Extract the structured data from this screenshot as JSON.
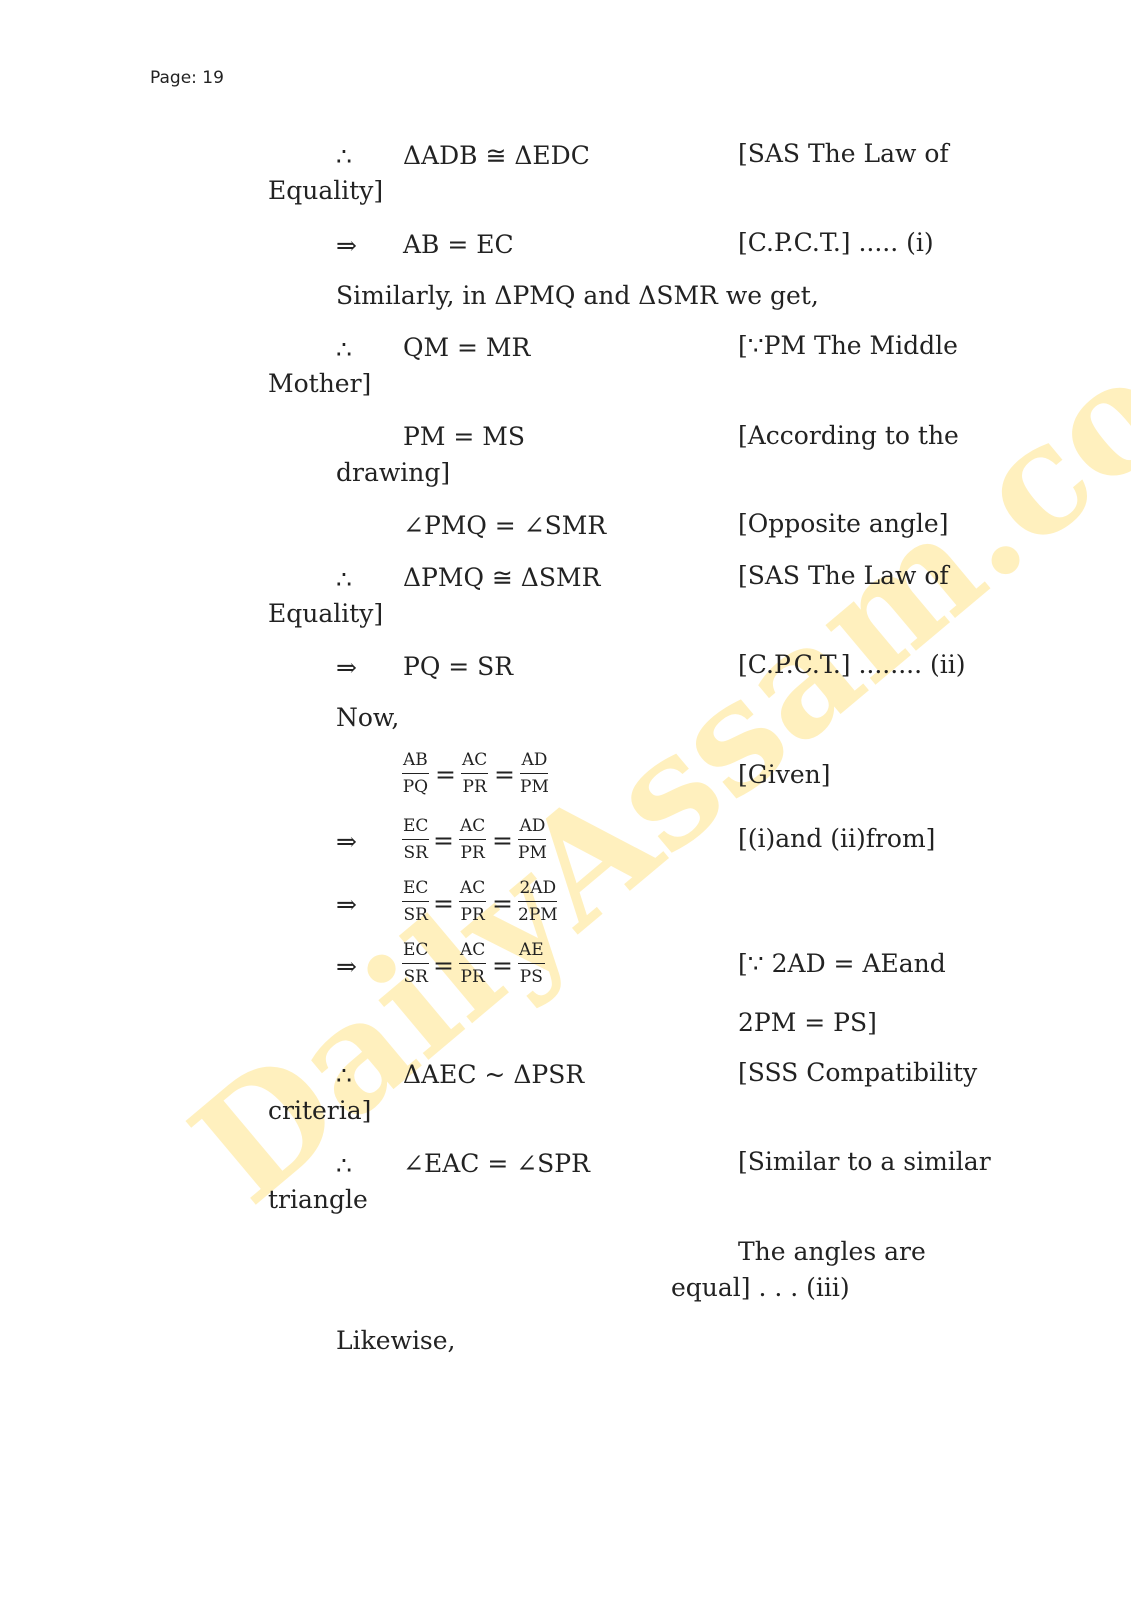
{
  "header": {
    "page_label": "Page: 19"
  },
  "watermark": "DailyAssam.com",
  "lines": {
    "l1_sym": "∴",
    "l1_expr": "ΔADB ≅ ΔEDC",
    "l1_reason": "[SAS The Law of",
    "l1_cont": "Equality]",
    "l2_sym": "⇒",
    "l2_expr": "AB = EC",
    "l2_reason": "[C.P.C.T.] ..... (i)",
    "l3_text": "Similarly,  in ΔPMQ and ΔSMR we get,",
    "l4_sym": "∴",
    "l4_expr": "QM = MR",
    "l4_reason": "[∵PM The Middle",
    "l4_cont": "Mother]",
    "l5_expr": "PM = MS",
    "l5_reason": "[According to the",
    "l5_cont": "drawing]",
    "l6_expr": "∠PMQ = ∠SMR",
    "l6_reason": "[Opposite angle]",
    "l7_sym": "∴",
    "l7_expr": "ΔPMQ ≅ ΔSMR",
    "l7_reason": "[SAS The Law of",
    "l7_cont": "Equality]",
    "l8_sym": "⇒",
    "l8_expr": "PQ = SR",
    "l8_reason": "[C.P.C.T.] ........ (ii)",
    "l9_text": "Now,",
    "l10_reason": "[Given]",
    "l11_sym": "⇒",
    "l11_reason": "[(i)and (ii)from]",
    "l12_sym": "⇒",
    "l13_sym": "⇒",
    "l13_reason": "[∵ 2AD = AEand",
    "l13_cont": "2PM = PS]",
    "l14_sym": "∴",
    "l14_expr": "ΔAEC ~ ΔPSR",
    "l14_reason": "[SSS Compatibility",
    "l14_cont": "criteria]",
    "l15_sym": "∴",
    "l15_expr": "∠EAC =  ∠SPR",
    "l15_reason": "[Similar to a similar",
    "l15_cont": "triangle",
    "l16_a": "The angles are",
    "l16_b": "equal] . . . (iii)",
    "l17_text": "Likewise,"
  },
  "fractions": {
    "f1": {
      "n1": "AB",
      "d1": "PQ",
      "n2": "AC",
      "d2": "PR",
      "n3": "AD",
      "d3": "PM",
      "eq": "="
    },
    "f2": {
      "n1": "EC",
      "d1": "SR",
      "n2": "AC",
      "d2": "PR",
      "n3": "AD",
      "d3": "PM",
      "eq": "="
    },
    "f3": {
      "n1": "EC",
      "d1": "SR",
      "n2": "AC",
      "d2": "PR",
      "n3": "2AD",
      "d3": "2PM",
      "eq": "="
    },
    "f4": {
      "n1": "EC",
      "d1": "SR",
      "n2": "AC",
      "d2": "PR",
      "n3": "AE",
      "d3": "PS",
      "eq": "="
    }
  }
}
